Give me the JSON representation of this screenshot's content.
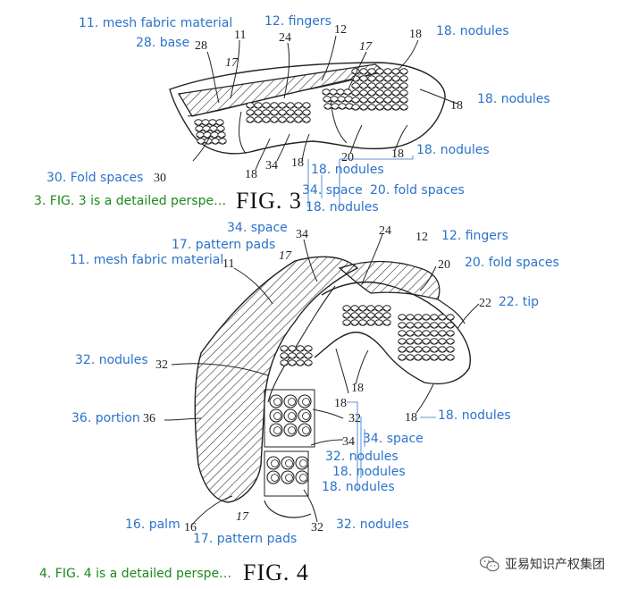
{
  "fig3": {
    "title": "FIG. 3",
    "caption": "3. FIG. 3 is a detailed perspe…",
    "labels": [
      {
        "num": "28",
        "text": "28. base"
      },
      {
        "num": "11",
        "text": "11. mesh fabric material"
      },
      {
        "num": "24",
        "text": ""
      },
      {
        "num": "12",
        "text": "12. fingers"
      },
      {
        "num": "17",
        "text": ""
      },
      {
        "num": "18",
        "text": "18. nodules"
      },
      {
        "num": "30",
        "text": "30. Fold spaces"
      },
      {
        "num": "34",
        "text": "34. space"
      },
      {
        "num": "20",
        "text": "20. fold spaces"
      }
    ],
    "annotations": [
      "11. mesh fabric material",
      "12. fingers",
      "18. nodules",
      "28. base",
      "18. nodules",
      "18. nodules",
      "18. nodules",
      "30. Fold spaces",
      "34. space",
      "20. fold spaces",
      "18. nodules"
    ]
  },
  "fig4": {
    "title": "FIG. 4",
    "caption": "4. FIG. 4 is a detailed perspe…",
    "annotations": [
      "34. space",
      "12. fingers",
      "17. pattern pads",
      "20. fold spaces",
      "11. mesh fabric material",
      "22. tip",
      "32. nodules",
      "36. portion",
      "18. nodules",
      "34. space",
      "32. nodules",
      "18. nodules",
      "18. nodules",
      "16. palm",
      "32. nodules",
      "17. pattern pads"
    ]
  },
  "watermark": {
    "text": "亚易知识产权集团",
    "icon": "wechat-icon"
  }
}
